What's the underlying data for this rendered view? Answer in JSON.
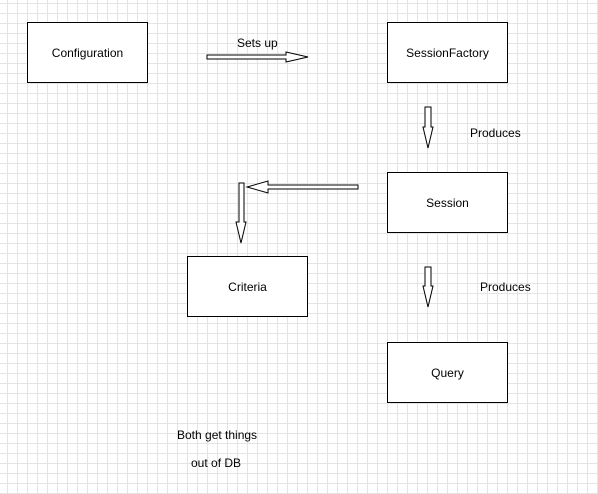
{
  "nodes": {
    "configuration": "Configuration",
    "session_factory": "SessionFactory",
    "session": "Session",
    "criteria": "Criteria",
    "query": "Query"
  },
  "edges": {
    "configuration_to_session_factory": "Sets up",
    "session_factory_to_session": "Produces",
    "session_to_query": "Produces"
  },
  "note": {
    "line1": "Both get things",
    "line2": "out of DB"
  }
}
